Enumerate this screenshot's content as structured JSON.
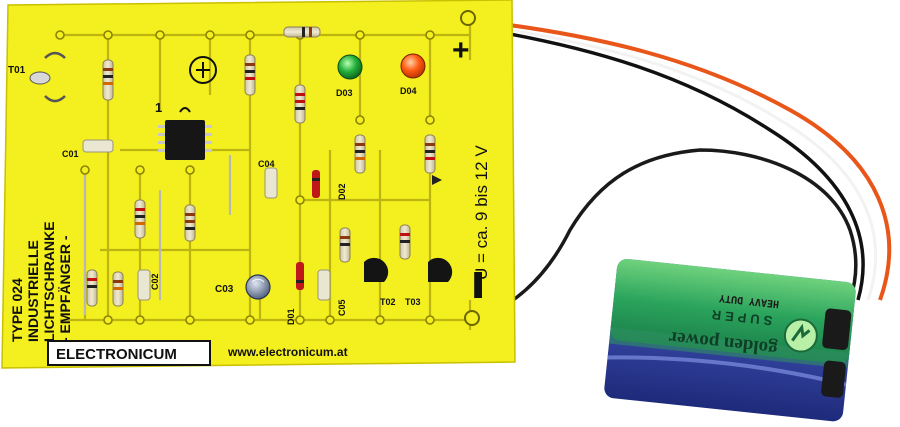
{
  "board": {
    "type_line": "TYPE 024",
    "title_1": "INDUSTRIELLE",
    "title_2": "LICHTSCHRANKE",
    "title_3": "- EMPFÄNGER -",
    "brand": "ELECTRONICUM",
    "website": "www.electronicum.at",
    "voltage": "U = ca. 9 bis 12 V",
    "plus_symbol": "+",
    "minus_symbol": "▬",
    "pin_one": "1",
    "component_labels": {
      "t01": "T01",
      "c01": "C01",
      "c02": "C02",
      "c03": "C03",
      "c04": "C04",
      "c05": "C05",
      "d01": "D01",
      "d02": "D02",
      "d03": "D03",
      "d04": "D04",
      "t02": "T02",
      "t03": "T03"
    }
  },
  "battery": {
    "brand": "golden power",
    "line": "SUPER",
    "grade": "HEAVY DUTY"
  },
  "colors": {
    "board_yellow": "#f4ef1e",
    "trace": "#c9c11a",
    "led_green": "#22b03a",
    "led_orange": "#ff5a10",
    "wire_red": "#e8561a",
    "wire_black": "#1a1a1a",
    "battery_green": "#2aa35c",
    "battery_blue": "#2c3b9c"
  }
}
